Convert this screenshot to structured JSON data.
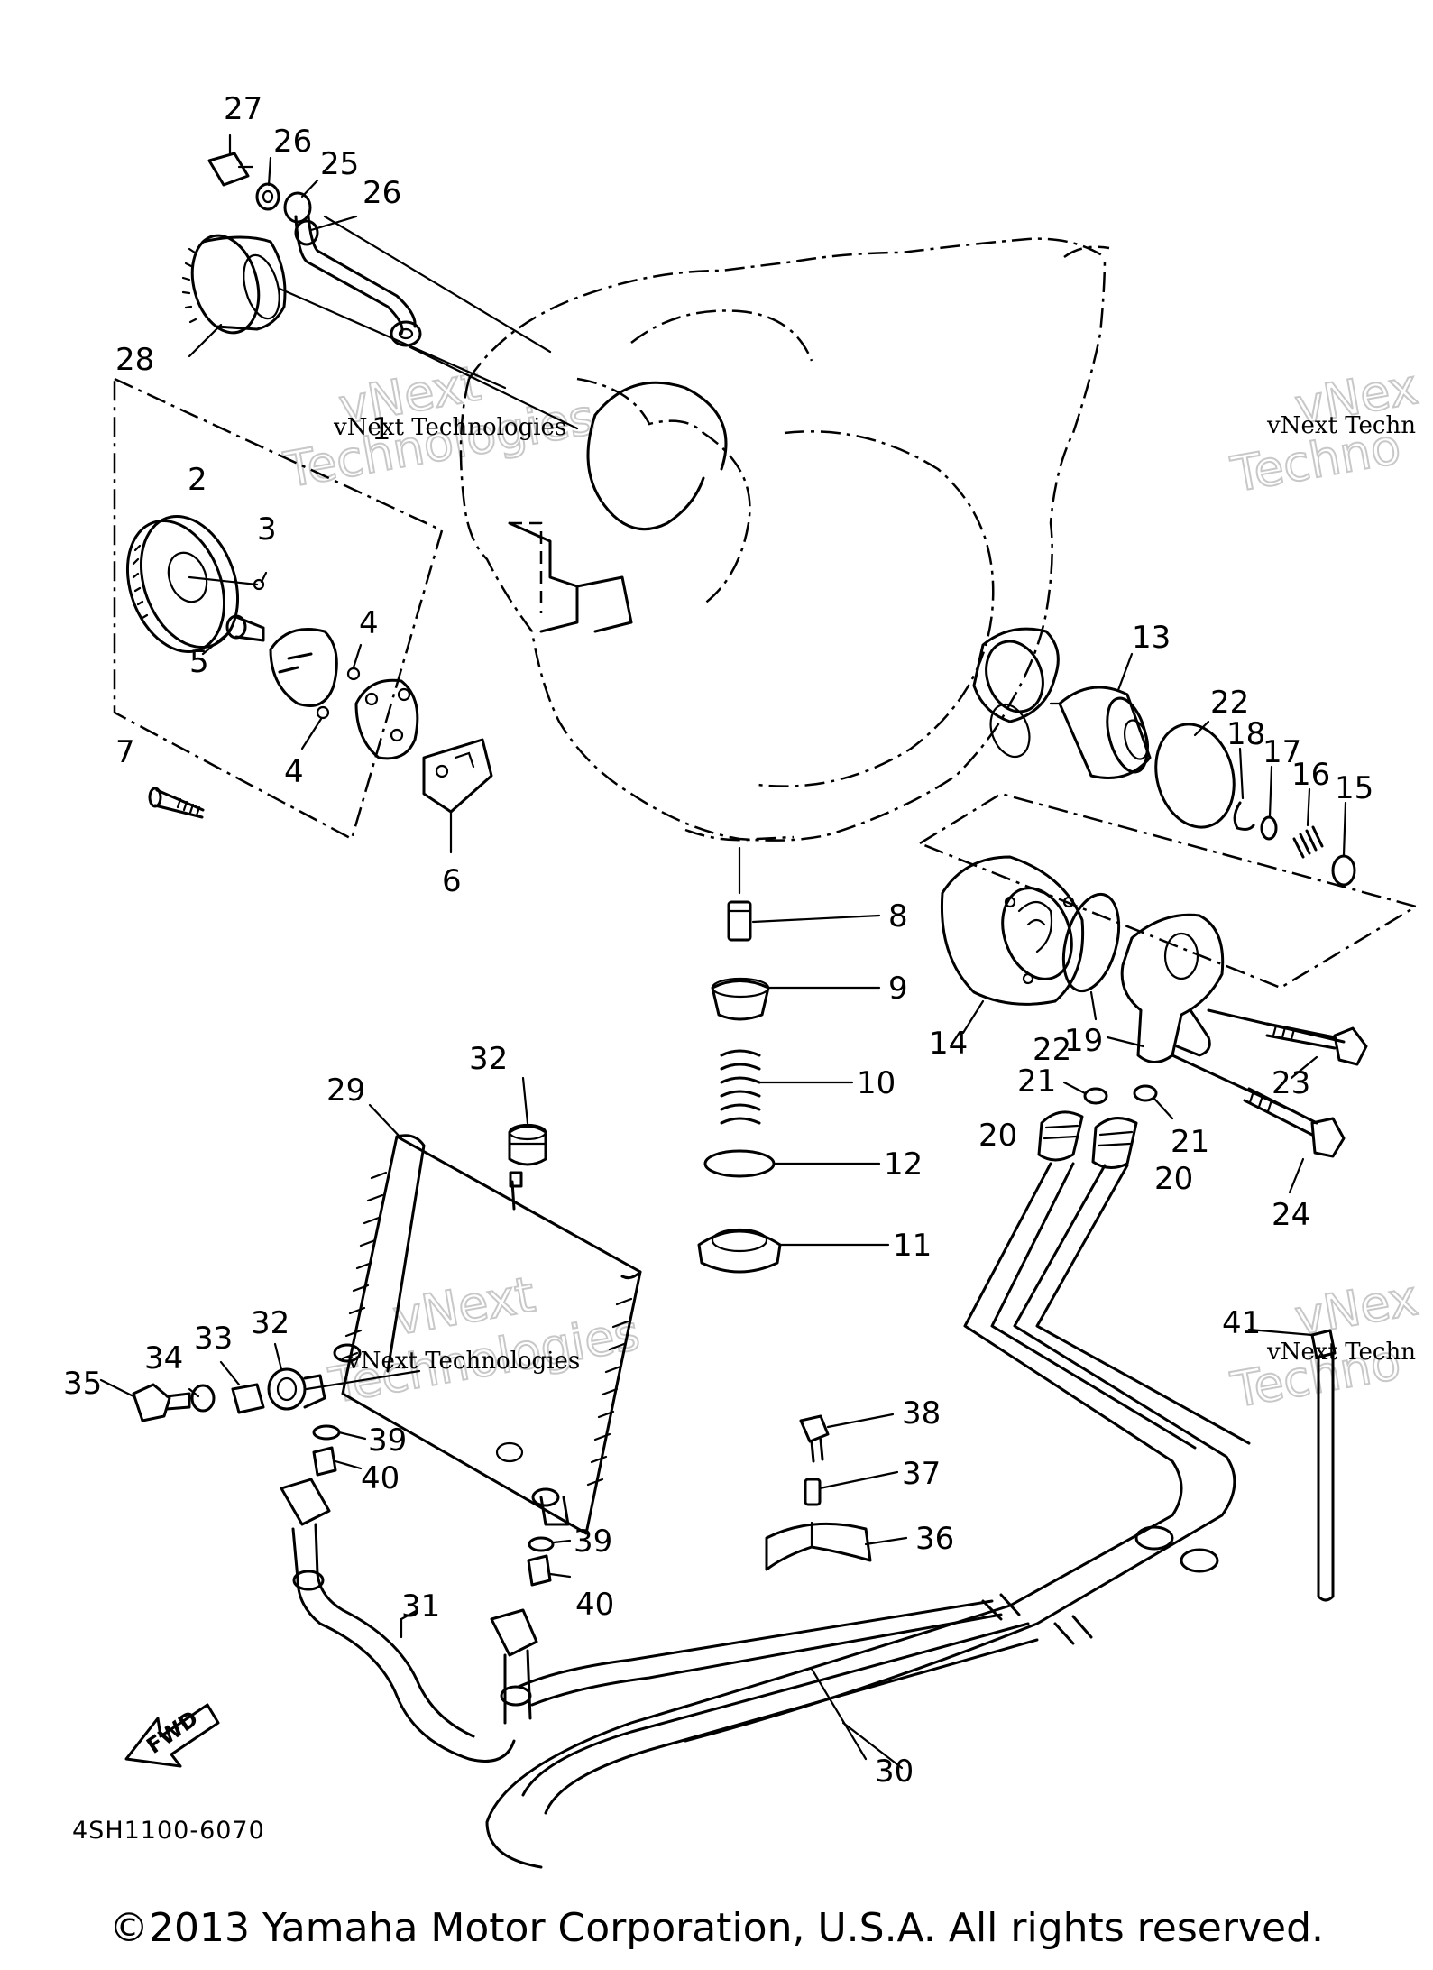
{
  "diagram": {
    "part_labels": [
      "1",
      "2",
      "3",
      "4",
      "4",
      "5",
      "6",
      "7",
      "8",
      "9",
      "10",
      "11",
      "12",
      "13",
      "14",
      "15",
      "16",
      "17",
      "18",
      "19",
      "20",
      "20",
      "21",
      "21",
      "22",
      "22",
      "23",
      "24",
      "25",
      "26",
      "26",
      "27",
      "28",
      "29",
      "30",
      "31",
      "32",
      "32",
      "33",
      "34",
      "35",
      "36",
      "37",
      "38",
      "39",
      "39",
      "40",
      "40",
      "41"
    ],
    "drawing_code": "4SH1100-6070",
    "direction_label": "FWD",
    "watermark_text": "vNext Technologies",
    "watermark_stamp_line1": "vNext",
    "watermark_stamp_line2": "Technologies",
    "watermark_text_cropped": "vNext Techn",
    "watermark_stamp_cropped_line1": "vNex",
    "watermark_stamp_cropped_line2": "Techno",
    "copyright": "©2013 Yamaha Motor Corporation, U.S.A. All rights reserved."
  }
}
